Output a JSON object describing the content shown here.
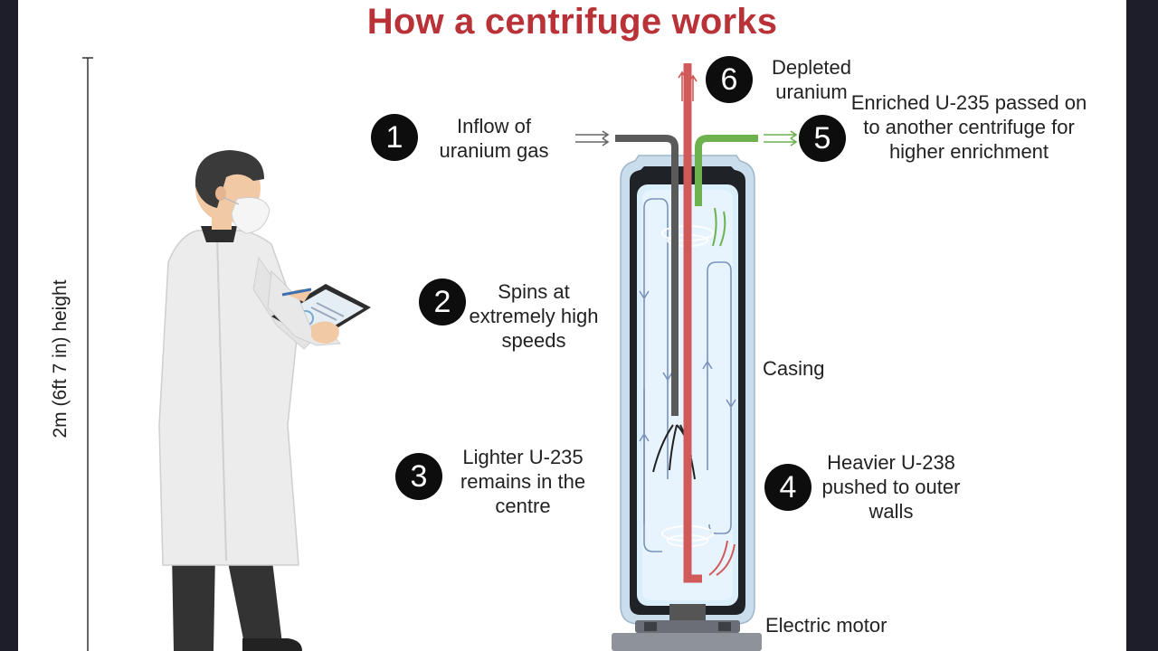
{
  "title": "How a centrifuge works",
  "height_label": "2m (6ft 7 in) height",
  "steps": [
    {
      "number": "1",
      "text": "Inflow of uranium gas"
    },
    {
      "number": "2",
      "text": "Spins at extremely high speeds"
    },
    {
      "number": "3",
      "text": "Lighter U-235 remains in the centre"
    },
    {
      "number": "4",
      "text": "Heavier U-238 pushed to outer walls"
    },
    {
      "number": "5",
      "text": "Enriched U-235 passed on to another centrifuge for higher enrichment"
    },
    {
      "number": "6",
      "text": "Depleted uranium"
    }
  ],
  "parts": {
    "casing": "Casing",
    "motor": "Electric motor"
  },
  "colors": {
    "title": "#b83238",
    "depleted_pipe": "#d0595a",
    "enriched_pipe": "#6db24f",
    "inflow_pipe": "#5a5a5a",
    "casing": "#1f2226",
    "gas": "#dbeefb"
  },
  "icons": [
    "scientist-figure",
    "clipboard-icon",
    "flow-arrow-icon"
  ]
}
